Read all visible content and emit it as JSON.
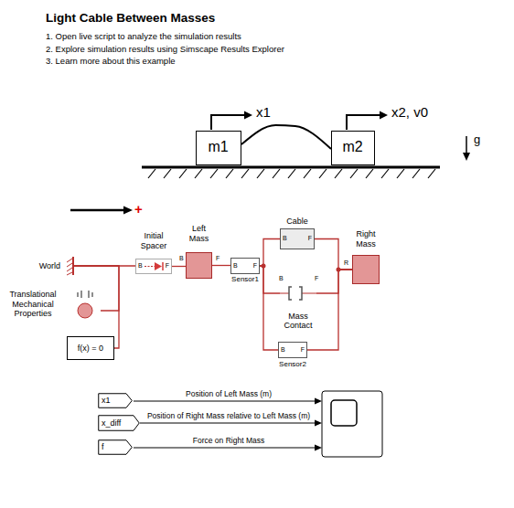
{
  "diagram": {
    "title": "Light Cable Between Masses",
    "nodes": [
      {
        "text": [
          "m1"
        ]
      },
      {
        "text": [
          "m2"
        ]
      },
      {
        "text": [
          "World"
        ]
      },
      {
        "text": [
          "Translational Mechanical Properties"
        ]
      },
      {
        "text": [
          "f(x) = 0"
        ]
      },
      {
        "text": [
          "Initial Spacer",
          "B",
          "F"
        ]
      },
      {
        "text": [
          "Left Mass",
          "B",
          "F"
        ]
      },
      {
        "text": [
          "B",
          "F",
          "Sensor1"
        ]
      },
      {
        "text": [
          "Cable",
          "B",
          "F"
        ]
      },
      {
        "text": [
          "B",
          "F",
          "Mass Contact"
        ]
      },
      {
        "text": [
          "B",
          "F",
          "Sensor2"
        ]
      },
      {
        "text": [
          "Right Mass",
          "R"
        ]
      },
      {
        "text": [
          "x1"
        ]
      },
      {
        "text": [
          "x_diff"
        ]
      },
      {
        "text": [
          "f"
        ]
      }
    ],
    "edges": [
      {
        "from": 0,
        "to": 1,
        "arrow": "none"
      },
      {
        "from": 2,
        "to": 5,
        "arrow": "none"
      },
      {
        "from": 2,
        "to": 3,
        "arrow": "none"
      },
      {
        "from": 2,
        "to": 4,
        "arrow": "none"
      },
      {
        "from": 5,
        "to": 6,
        "arrow": "none"
      },
      {
        "from": 6,
        "to": 7,
        "arrow": "none"
      },
      {
        "from": 7,
        "to": 8,
        "arrow": "none"
      },
      {
        "from": 7,
        "to": 9,
        "arrow": "none"
      },
      {
        "from": 7,
        "to": 10,
        "arrow": "none"
      },
      {
        "from": 8,
        "to": 11,
        "arrow": "none"
      },
      {
        "from": 9,
        "to": 11,
        "arrow": "none"
      },
      {
        "from": 10,
        "to": 11,
        "arrow": "none"
      }
    ],
    "labels": [
      "1. Open live script to analyze the simulation results",
      "2. Explore simulation results using Simscape Results Explorer",
      "3. Learn more about this example",
      "x1",
      "x2, v0",
      "g",
      "+",
      "Position of Left Mass (m)",
      "Position of Right Mass relative to Left Mass (m)",
      "Force on Right Mass"
    ]
  }
}
